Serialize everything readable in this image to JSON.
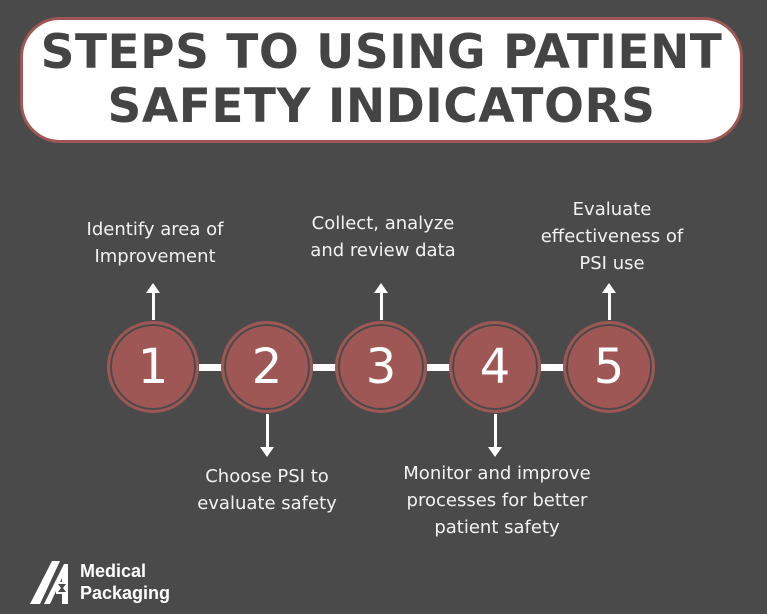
{
  "title": {
    "line1": "STEPS TO USING PATIENT",
    "line2": "SAFETY INDICATORS"
  },
  "steps": [
    {
      "number": "1",
      "label": "Identify area of\nImprovement",
      "direction": "up"
    },
    {
      "number": "2",
      "label": "Choose PSI to\nevaluate safety",
      "direction": "down"
    },
    {
      "number": "3",
      "label": "Collect, analyze\nand review data",
      "direction": "up"
    },
    {
      "number": "4",
      "label": "Monitor and improve\nprocesses for better\npatient safety",
      "direction": "down"
    },
    {
      "number": "5",
      "label": "Evaluate\neffectiveness of\nPSI use",
      "direction": "up"
    }
  ],
  "brand": {
    "line1": "Medical",
    "line2": "Packaging"
  },
  "colors": {
    "background": "#4a4a4a",
    "accent": "#9e5754",
    "title_text": "#444444",
    "text": "#ffffff"
  }
}
